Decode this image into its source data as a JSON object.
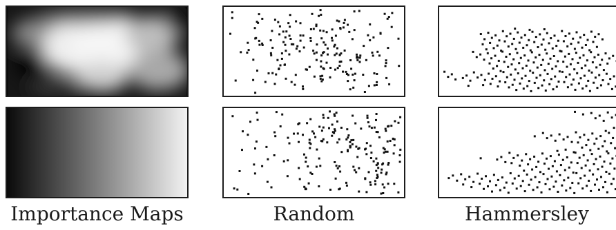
{
  "captions": {
    "importance": "Importance Maps",
    "random": "Random",
    "hammersley": "Hammersley"
  },
  "colors": {
    "border": "#1c1c1c",
    "dot": "#111111",
    "map_dark": "#0a0a0a",
    "map_light": "#f2f2f2"
  },
  "figure": {
    "rows": [
      "blob-importance",
      "horizontal-gradient-importance"
    ],
    "columns": [
      "importance-map",
      "random-samples",
      "hammersley-samples"
    ],
    "approx_samples_per_panel": 200
  }
}
